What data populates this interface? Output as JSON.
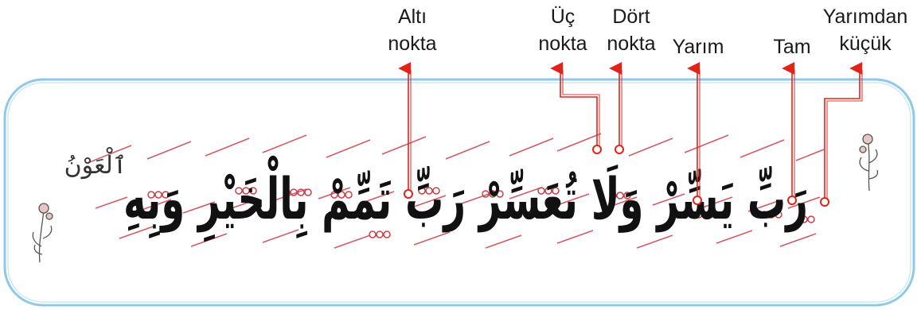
{
  "labels": {
    "alti": [
      "Altı",
      "nokta"
    ],
    "uc": [
      "Üç",
      "nokta"
    ],
    "dort": [
      "Dört",
      "nokta"
    ],
    "yarim": [
      "Yarım"
    ],
    "tam": [
      "Tam"
    ],
    "yarimdan": [
      "Yarımdan",
      "küçük"
    ]
  },
  "calligraphy_caption": "ٱلْعَوْنُ",
  "calligraphy_main": "رَبِّ يَسِّرْ وَلَا تُعَسِّرْ رَبِّ تَمِّمْ بِالْخَيْرِ وَبِهِ",
  "colors": {
    "frame": "#8ec9ea",
    "pointer": "#e2231a",
    "ink": "#111111",
    "guide": "#c8404a"
  }
}
